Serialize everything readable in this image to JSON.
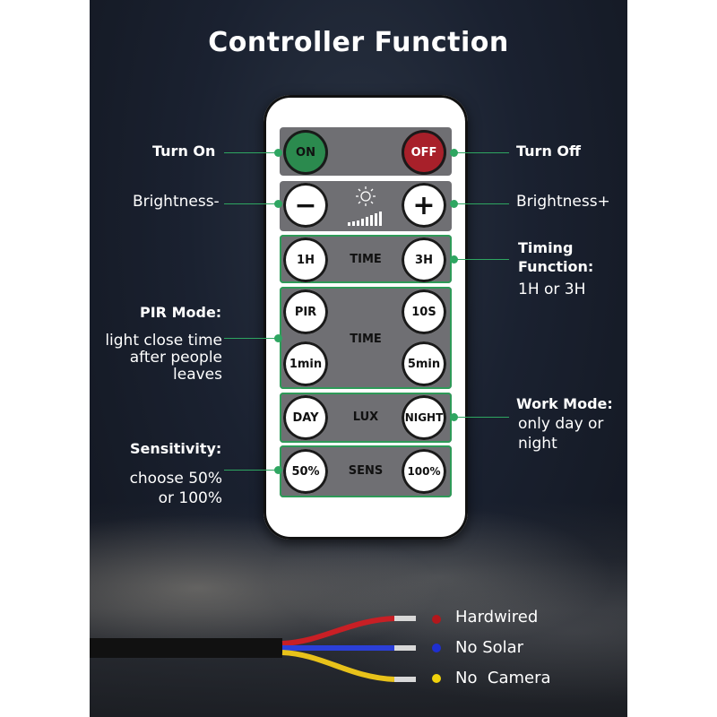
{
  "title": "Controller Function",
  "remote": {
    "on": "ON",
    "off": "OFF",
    "minus": "−",
    "plus": "+",
    "h1": "1H",
    "time": "TIME",
    "h3": "3H",
    "pir": "PIR",
    "s10": "10S",
    "time2": "TIME",
    "min1": "1min",
    "min5": "5min",
    "day": "DAY",
    "lux": "LUX",
    "night": "NIGHT",
    "p50": "50%",
    "sens": "SENS",
    "p100": "100%"
  },
  "labels": {
    "turn_on": "Turn On",
    "turn_off": "Turn Off",
    "bright_minus": "Brightness-",
    "bright_plus": "Brightness+",
    "timing_title_1": "Timing",
    "timing_title_2": "Function:",
    "timing_desc": "1H or 3H",
    "pir_title": "PIR Mode:",
    "pir_desc_1": "light close time",
    "pir_desc_2": "after people",
    "pir_desc_3": "leaves",
    "work_title": "Work Mode:",
    "work_desc_1": "only day or",
    "work_desc_2": "night",
    "sens_title": "Sensitivity:",
    "sens_desc_1": "choose 50%",
    "sens_desc_2": "or 100%"
  },
  "wires": [
    {
      "label": "Hardwired",
      "color": "#b3171c"
    },
    {
      "label": "No Solar",
      "color": "#1f2fd0"
    },
    {
      "label": "No  Camera",
      "color": "#f0d20c"
    }
  ],
  "colors": {
    "accent_line": "#2ea661",
    "on_button": "#2b8a4e",
    "off_button": "#a8202a"
  }
}
